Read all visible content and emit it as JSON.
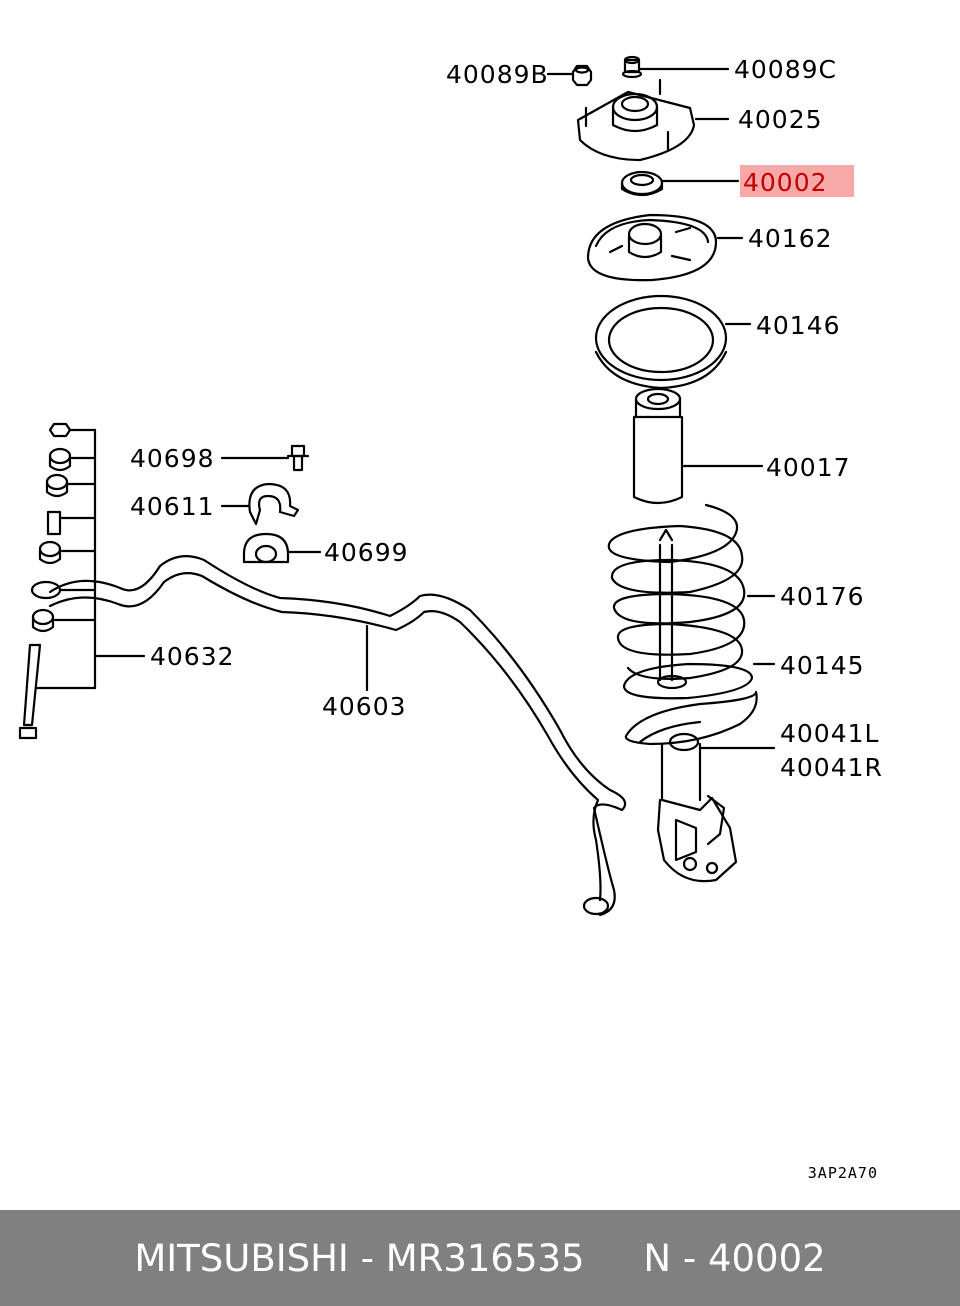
{
  "labels": {
    "p40089B": "40089B",
    "p40089C": "40089C",
    "p40025": "40025",
    "p40002": "40002",
    "p40162": "40162",
    "p40146": "40146",
    "p40698": "40698",
    "p40017": "40017",
    "p40611": "40611",
    "p40699": "40699",
    "p40176": "40176",
    "p40632": "40632",
    "p40145": "40145",
    "p40603": "40603",
    "p40041L": "40041L",
    "p40041R": "40041R"
  },
  "highlighted_part": "40002",
  "highlight_color": "#f7a8a8",
  "diagram_code": "3AP2A70",
  "footer": {
    "text": "MITSUBISHI - MR316535     N - 40002",
    "background": "#808080"
  }
}
